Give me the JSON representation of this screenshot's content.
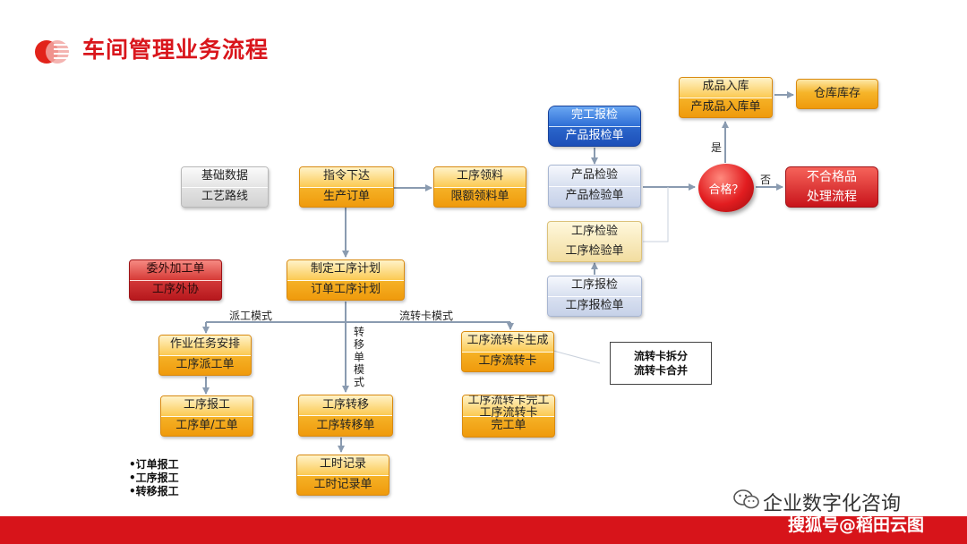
{
  "title": "车间管理业务流程",
  "boxes": {
    "base_data": {
      "top": "基础数据",
      "bottom": "工艺路线"
    },
    "order_issue": {
      "top": "指令下达",
      "bottom": "生产订单"
    },
    "material_req": {
      "top": "工序领料",
      "bottom": "限额领料单"
    },
    "complete_report": {
      "top": "完工报检",
      "bottom": "产品报检单"
    },
    "product_inspect": {
      "top": "产品检验",
      "bottom": "产品检验单"
    },
    "finished_in": {
      "top": "成品入库",
      "bottom": "产成品入库单"
    },
    "warehouse": {
      "top": "仓库库存"
    },
    "nonconforming": {
      "top": "不合格品",
      "bottom": "处理流程"
    },
    "process_inspect": {
      "top": "工序检验",
      "bottom": "工序检验单"
    },
    "process_report_insp": {
      "top": "工序报检",
      "bottom": "工序报检单"
    },
    "outsource": {
      "top": "委外加工单",
      "bottom": "工序外协"
    },
    "plan": {
      "top": "制定工序计划",
      "bottom": "订单工序计划"
    },
    "task_arrange": {
      "top": "作业任务安排",
      "bottom": "工序派工单"
    },
    "flow_card_gen": {
      "top": "工序流转卡生成",
      "bottom": "工序流转卡"
    },
    "process_report": {
      "top": "工序报工",
      "bottom": "工序单/工单"
    },
    "process_transfer": {
      "top": "工序转移",
      "bottom": "工序转移单"
    },
    "flow_card_done": {
      "top": "工序流转卡完工",
      "bottom": "工序流转卡",
      "extra": "完工单"
    },
    "time_record": {
      "top": "工时记录",
      "bottom": "工时记录单"
    }
  },
  "decision": "合格？",
  "labels": {
    "yes": "是",
    "no": "否",
    "dispatch_mode": "派工模式",
    "flow_card_mode": "流转卡模式",
    "transfer_mode": "转移单模式"
  },
  "note": [
    "流转卡拆分",
    "流转卡合并"
  ],
  "bullets": [
    "•订单报工",
    "•工序报工",
    "•转移报工"
  ],
  "watermark": {
    "line1": "企业数字化咨询",
    "line2": "搜狐号@稻田云图"
  },
  "colors": {
    "brand_red": "#d9161c",
    "orange": "#f6b52a",
    "blue": "#1d4fb8",
    "line_gray": "#8a9bb0"
  }
}
